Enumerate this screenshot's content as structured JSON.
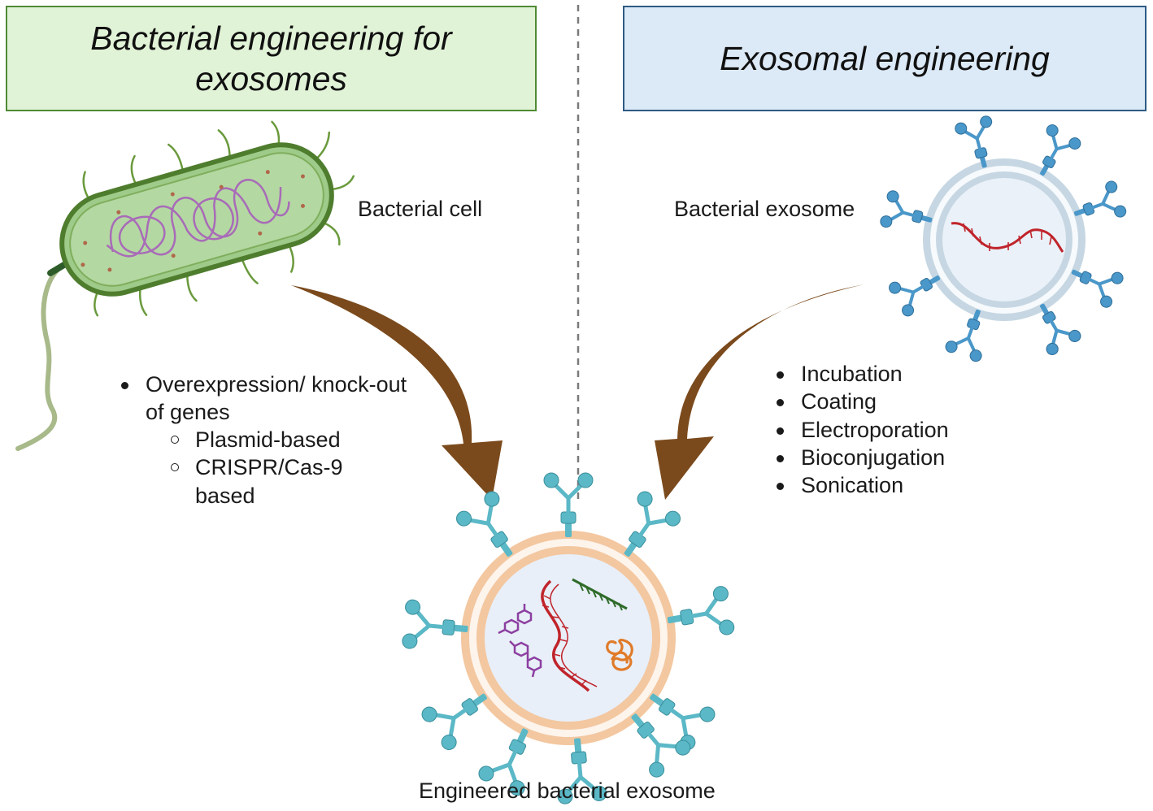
{
  "left_panel": {
    "title": "Bacterial engineering for exosomes",
    "cell_label": "Bacterial cell",
    "methods": [
      "Overexpression/ knock-out of genes"
    ],
    "sub_methods": [
      "Plasmid-based",
      "CRISPR/Cas-9 based"
    ]
  },
  "right_panel": {
    "title": "Exosomal engineering",
    "exosome_label": "Bacterial exosome",
    "methods": [
      "Incubation",
      "Coating",
      "Electroporation",
      "Bioconjugation",
      "Sonication"
    ]
  },
  "result": {
    "label": "Engineered bacterial exosome"
  },
  "colors": {
    "left_header_fill": "#e1f3d7",
    "left_header_border": "#4f8a34",
    "right_header_fill": "#dce9f6",
    "right_header_border": "#2e5b86",
    "arrow": "#7b4a1c",
    "bacterium": "#9fcb8a",
    "receptor_blue": "#4a97c9",
    "receptor_teal": "#5bb8c6",
    "membrane_orange": "#f3c7a0",
    "rna_red": "#c0242b"
  },
  "icons": [
    "bacterium-icon",
    "dna-icon",
    "exosome-icon",
    "receptor-icon",
    "rna-icon",
    "protein-icon",
    "small-molecule-icon"
  ]
}
